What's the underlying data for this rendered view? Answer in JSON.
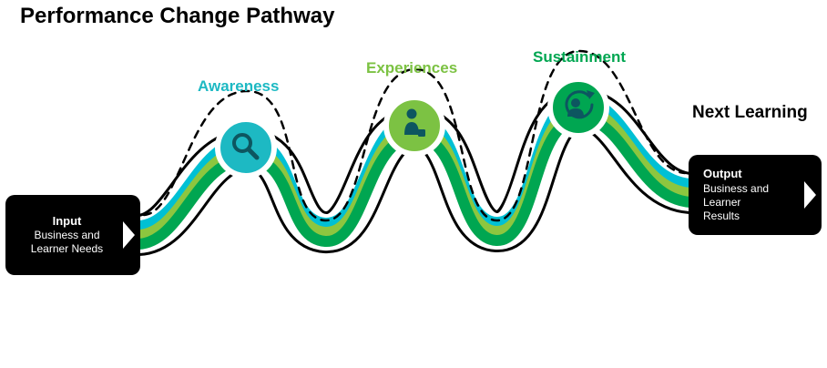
{
  "title": "Performance Change Pathway",
  "next_learning_label": "Next Learning",
  "stages": [
    {
      "label": "Awareness",
      "color": "#1db9c3",
      "icon": "magnifier-icon"
    },
    {
      "label": "Experiences",
      "color": "#7cc243",
      "icon": "person-icon"
    },
    {
      "label": "Sustainment",
      "color": "#00a651",
      "icon": "person-refresh-icon"
    }
  ],
  "input_box": {
    "heading": "Input",
    "lines": [
      "Business and",
      "Learner Needs"
    ]
  },
  "output_box": {
    "heading": "Output",
    "lines": [
      "Business and",
      "Learner",
      "Results"
    ]
  },
  "colors": {
    "ribbon_teal": "#00c0d4",
    "ribbon_light_green": "#8dc63f",
    "ribbon_dark_green": "#00a651",
    "path_casing": "#000000",
    "path_road": "#ffffff",
    "dashed_line": "#000000",
    "box_background": "#000000",
    "box_text": "#ffffff",
    "icon_ink": "#0d5660",
    "title_text": "#000000"
  }
}
